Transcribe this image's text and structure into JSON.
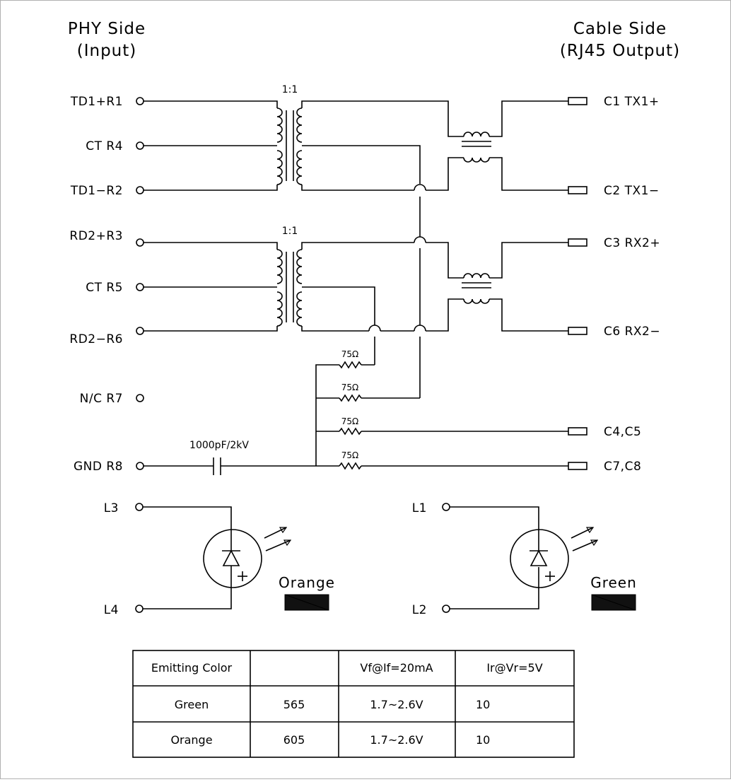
{
  "headers": {
    "phy_line1": "PHY Side",
    "phy_line2": "(Input)",
    "cable_line1": "Cable Side",
    "cable_line2": "(RJ45 Output)"
  },
  "left_pins": [
    {
      "label": "TD1+R1"
    },
    {
      "label": "CT R4"
    },
    {
      "label": "TD1−R2"
    },
    {
      "label": "RD2+R3"
    },
    {
      "label": "CT R5"
    },
    {
      "label": "RD2−R6"
    },
    {
      "label": "N/C R7"
    },
    {
      "label": "GND  R8"
    }
  ],
  "right_pins": [
    {
      "label": "C1  TX1+"
    },
    {
      "label": "C2  TX1−"
    },
    {
      "label": "C3  RX2+"
    },
    {
      "label": "C6  RX2−"
    },
    {
      "label": "C4,C5"
    },
    {
      "label": "C7,C8"
    }
  ],
  "transformer_ratio": [
    "1:1",
    "1:1"
  ],
  "resistors": [
    "75Ω",
    "75Ω",
    "75Ω",
    "75Ω"
  ],
  "capacitor": "1000pF/2kV",
  "leds": {
    "left": {
      "top_pin": "L3",
      "bottom_pin": "L4",
      "color_name": "Orange"
    },
    "right": {
      "top_pin": "L1",
      "bottom_pin": "L2",
      "color_name": "Green"
    }
  },
  "table": {
    "headers": [
      "Emitting Color",
      "",
      "Vf@If=20mA",
      "Ir@Vr=5V"
    ],
    "rows": [
      [
        "Green",
        "565",
        "1.7~2.6V",
        "10"
      ],
      [
        "Orange",
        "605",
        "1.7~2.6V",
        "10"
      ]
    ]
  }
}
